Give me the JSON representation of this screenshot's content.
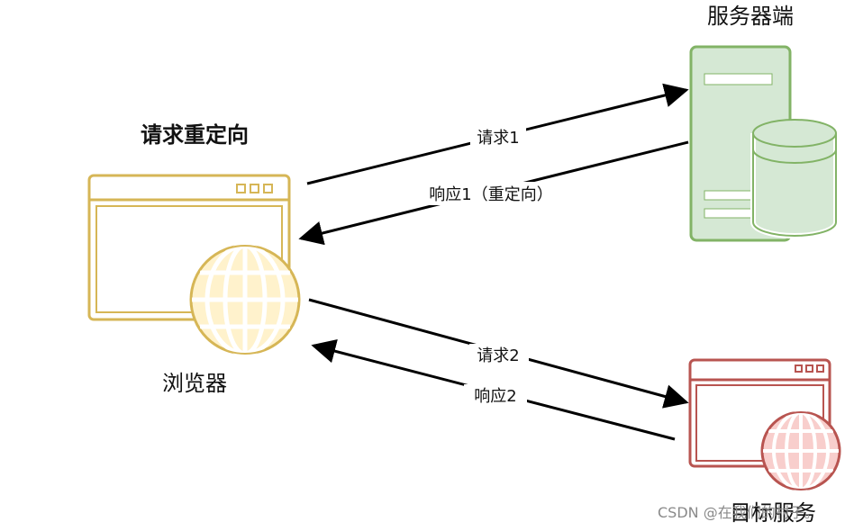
{
  "diagram": {
    "title": "请求重定向",
    "nodes": {
      "browser": {
        "label": "浏览器"
      },
      "server": {
        "label": "服务器端"
      },
      "target": {
        "label": "目标服务"
      }
    },
    "edges": [
      {
        "from": "browser",
        "to": "server",
        "label": "请求1"
      },
      {
        "from": "server",
        "to": "browser",
        "label": "响应1（重定向）"
      },
      {
        "from": "browser",
        "to": "target",
        "label": "请求2"
      },
      {
        "from": "target",
        "to": "browser",
        "label": "响应2"
      }
    ]
  },
  "colors": {
    "browser_stroke": "#d6b656",
    "browser_fill": "#fff2cc",
    "server_stroke": "#82b366",
    "server_fill": "#d5e8d4",
    "target_stroke": "#b85450",
    "target_fill": "#f8cecc",
    "arrow": "#000000"
  },
  "watermark": "CSDN @在我们的村子。"
}
